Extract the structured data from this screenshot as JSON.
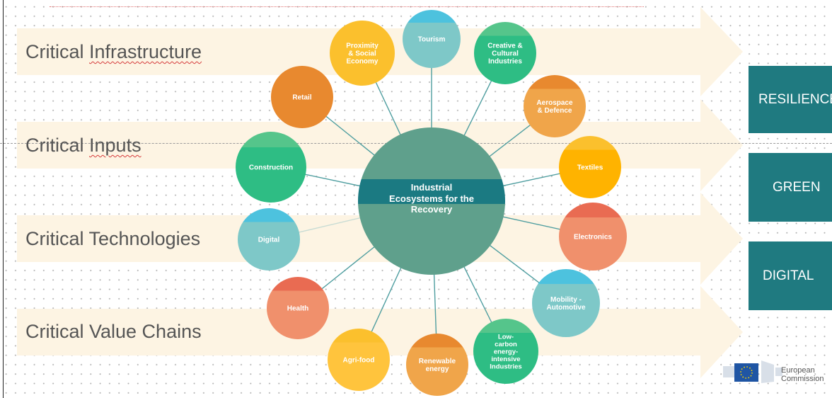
{
  "bands": [
    {
      "label": "Critical Infrastructure",
      "spellcheck": "Infrastructure"
    },
    {
      "label": "Critical Inputs",
      "spellcheck": "Inputs"
    },
    {
      "label": "Critical Technologies",
      "spellcheck": ""
    },
    {
      "label": "Critical Value Chains",
      "spellcheck": ""
    }
  ],
  "center": {
    "lines": [
      "Industrial",
      "Ecosystems for the",
      "Recovery"
    ]
  },
  "ecosystems": [
    {
      "lines": [
        "Tourism"
      ],
      "color_top": "#4dc2de",
      "color_bottom": "#7ec8c8"
    },
    {
      "lines": [
        "Creative &",
        "Cultural",
        "Industries"
      ],
      "color_top": "#55c58b",
      "color_bottom": "#2ebd84"
    },
    {
      "lines": [
        "Aerospace",
        "& Defence"
      ],
      "color_top": "#e8892f",
      "color_bottom": "#f0a54a"
    },
    {
      "lines": [
        "Textiles"
      ],
      "color_top": "#fbc02d",
      "color_bottom": "#ffb300"
    },
    {
      "lines": [
        "Electronics"
      ],
      "color_top": "#e96b52",
      "color_bottom": "#f0906c"
    },
    {
      "lines": [
        "Mobility -",
        "Automotive"
      ],
      "color_top": "#4dc2de",
      "color_bottom": "#7ec8c8"
    },
    {
      "lines": [
        "Low-",
        "carbon",
        "energy-",
        "intensive",
        "Industries"
      ],
      "color_top": "#55c58b",
      "color_bottom": "#2ebd84"
    },
    {
      "lines": [
        "Renewable",
        "energy"
      ],
      "color_top": "#e8892f",
      "color_bottom": "#f0a54a"
    },
    {
      "lines": [
        "Agri-food"
      ],
      "color_top": "#fbc02d",
      "color_bottom": "#ffc43d"
    },
    {
      "lines": [
        "Health"
      ],
      "color_top": "#e96b52",
      "color_bottom": "#f0906c"
    },
    {
      "lines": [
        "Digital"
      ],
      "color_top": "#4dc2de",
      "color_bottom": "#7ec8c8"
    },
    {
      "lines": [
        "Construction"
      ],
      "color_top": "#55c58b",
      "color_bottom": "#2ebd84"
    },
    {
      "lines": [
        "Retail"
      ],
      "color_top": "#e8892f",
      "color_bottom": "#e8892f"
    },
    {
      "lines": [
        "Proximity",
        "& Social",
        "Economy"
      ],
      "color_top": "#fbc02d",
      "color_bottom": "#fbc02d"
    }
  ],
  "outcomes": [
    "RESILIENCE",
    "GREEN",
    "DIGITAL"
  ],
  "footer": {
    "org_line1": "European",
    "org_line2": "Commission"
  },
  "colors": {
    "band": "#fdf4e3",
    "box": "#1f7a80",
    "center_top": "#1b7a82",
    "center_bottom": "#5fa08c"
  }
}
